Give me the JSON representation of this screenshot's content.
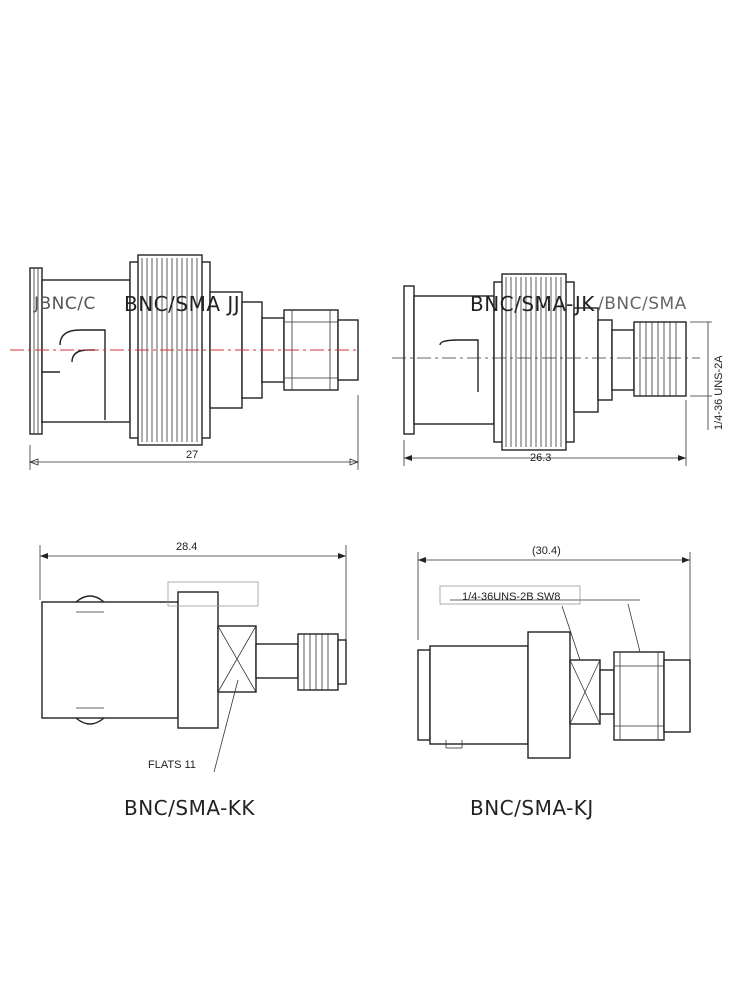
{
  "diagrams": [
    {
      "id": "jj",
      "label": "BNC/SMA JJ",
      "label_prefix": "JBNC/C",
      "dimension": "27"
    },
    {
      "id": "jk",
      "label": "BNC/SMA-JK",
      "label_suffix": "/BNC/SMA",
      "dimension": "26.3",
      "thread_note": "1/4-36 UNS-2A"
    },
    {
      "id": "kk",
      "label": "BNC/SMA-KK",
      "dimension": "28.4",
      "flats_note": "FLATS 11"
    },
    {
      "id": "kj",
      "label": "BNC/SMA-KJ",
      "dimension": "(30.4)",
      "thread_note": "1/4-36UNS-2B  SW8"
    }
  ]
}
